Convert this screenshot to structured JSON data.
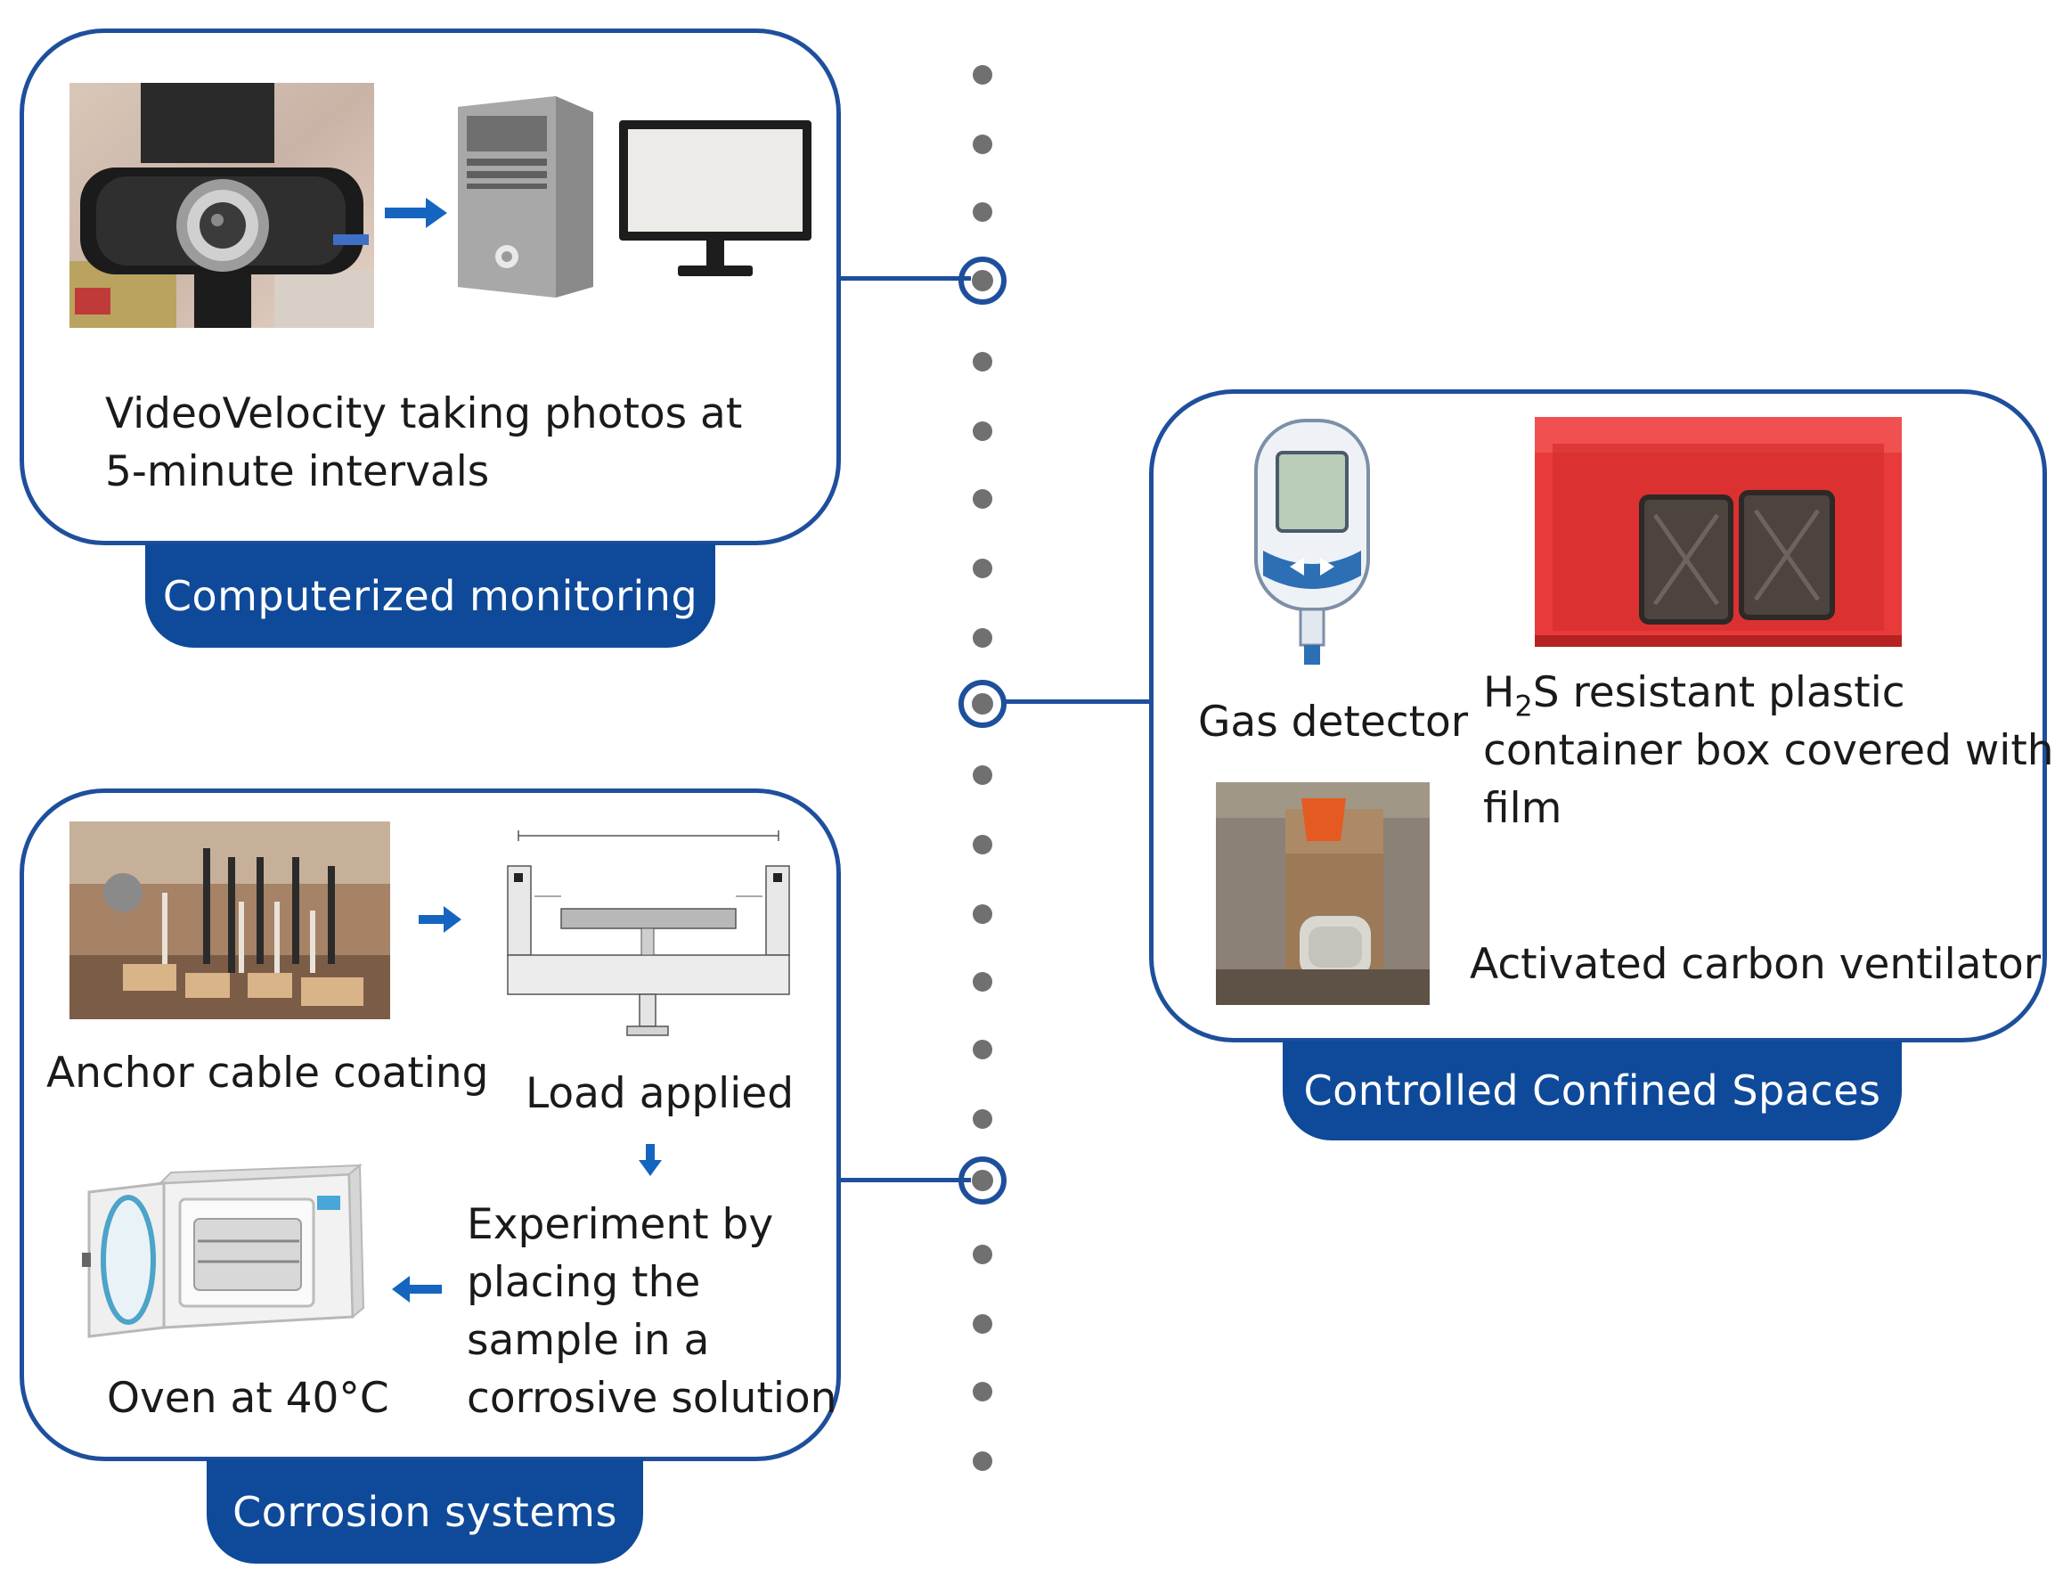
{
  "panels": {
    "monitoring": {
      "caption_line1": "VideoVelocity taking photos at",
      "caption_line2": "5-minute intervals",
      "tab_label": "Computerized monitoring"
    },
    "confined": {
      "gas_detector_label": "Gas detector",
      "container_line1_pre": "H",
      "container_line1_sub": "2",
      "container_line1_post": "S resistant plastic",
      "container_line2": "container box covered with",
      "container_line3": "film",
      "ventilator_label": "Activated carbon ventilator",
      "tab_label": "Controlled  Confined Spaces"
    },
    "corrosion": {
      "anchor_label": "Anchor cable coating",
      "load_label": "Load applied",
      "experiment_line1": "Experiment by",
      "experiment_line2": "placing the",
      "experiment_line3": "sample in a",
      "experiment_line4": "corrosive solution",
      "oven_label": "Oven at 40°C",
      "tab_label": "Corrosion systems"
    }
  },
  "colors": {
    "frame_blue": "#1e4f9c",
    "tab_blue": "#0f4a9a",
    "arrow_blue": "#1565c0",
    "dot_gray": "#707070"
  },
  "icons": [
    "webcam-photo",
    "computer-tower-icon",
    "monitor-icon",
    "glucometer-gas-detector-icon",
    "oven-icon",
    "arrow-right-icon",
    "arrow-down-icon",
    "arrow-left-icon"
  ]
}
